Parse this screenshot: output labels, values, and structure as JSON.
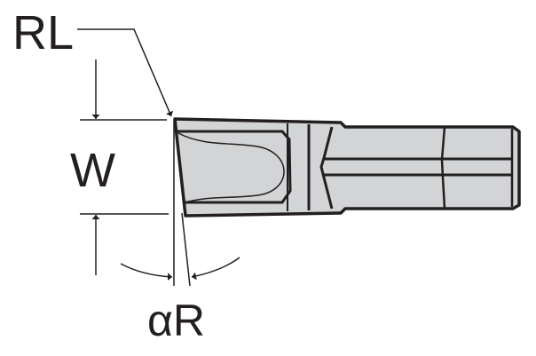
{
  "labels": {
    "corner_radius": "RL",
    "width": "W",
    "relief_angle": "αR"
  },
  "colors": {
    "insert_fill": "#d3d4d6",
    "line": "#231f20"
  }
}
